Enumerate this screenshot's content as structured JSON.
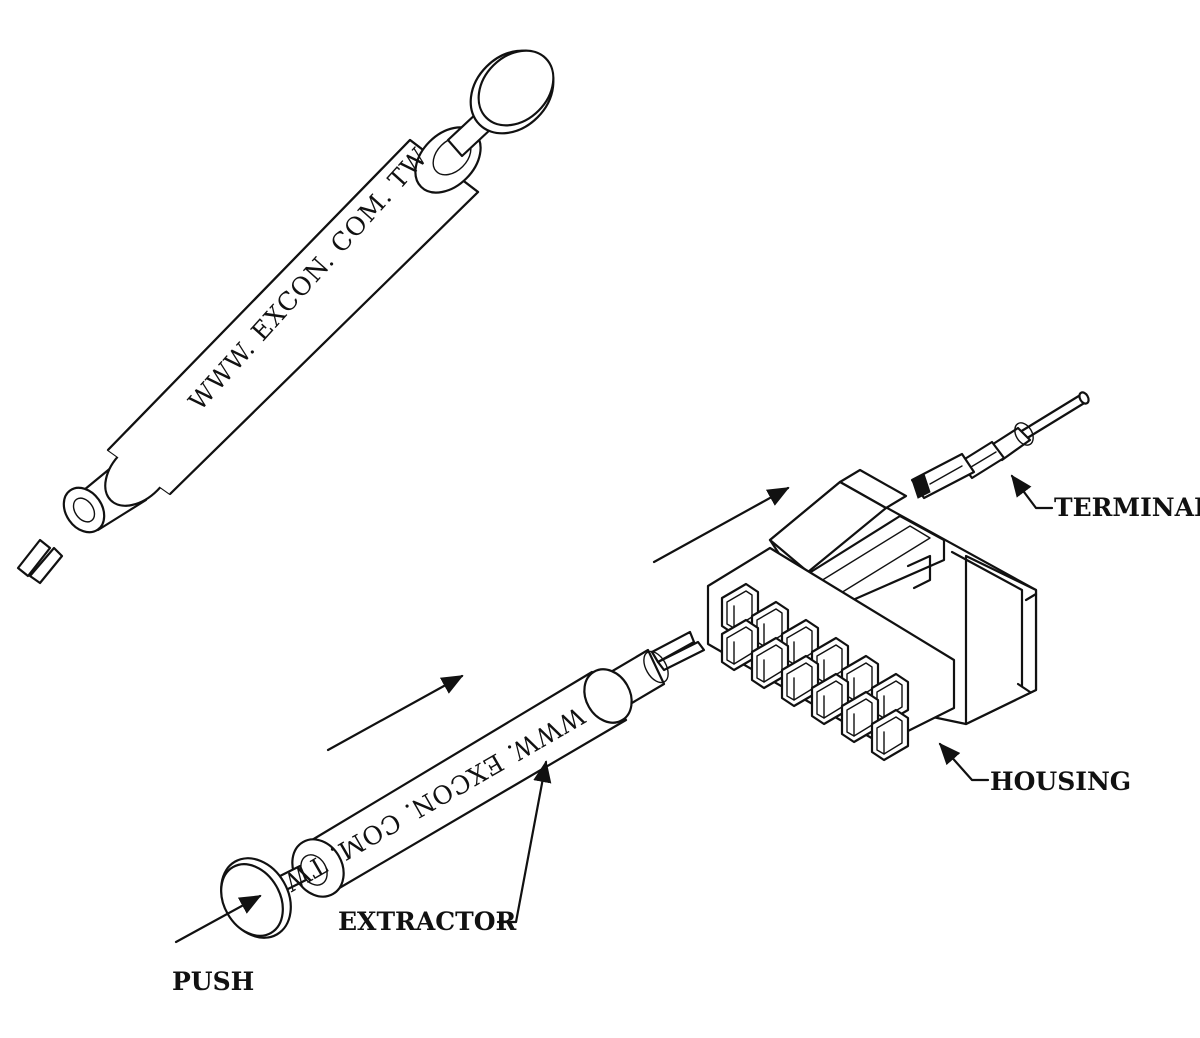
{
  "labels": {
    "terminal": "TERMINAL",
    "housing": "HOUSING",
    "extractor": "EXTRACTOR",
    "push": "PUSH"
  },
  "engraving": {
    "upper_tool": "WWW. EXCON. COM. TW",
    "lower_tool": "WWW. EXCON. COM. TW"
  },
  "colors": {
    "ink": "#111111",
    "paper": "#ffffff"
  }
}
